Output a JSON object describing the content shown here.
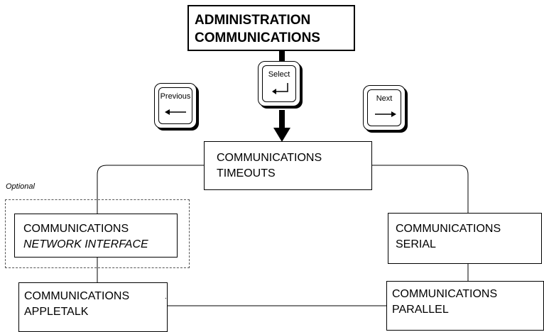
{
  "title_box": {
    "line1": "ADMINISTRATION",
    "line2": "COMMUNICATIONS"
  },
  "keys": {
    "previous": {
      "label": "Previous"
    },
    "select": {
      "label": "Select"
    },
    "next": {
      "label": "Next"
    }
  },
  "nodes": {
    "timeouts": {
      "line1": "COMMUNICATIONS",
      "line2": "TIMEOUTS"
    },
    "network": {
      "line1": "COMMUNICATIONS",
      "line2": "NETWORK INTERFACE"
    },
    "serial": {
      "line1": "COMMUNICATIONS",
      "line2": "SERIAL"
    },
    "appletalk": {
      "line1": "COMMUNICATIONS",
      "line2": "APPLETALK"
    },
    "parallel": {
      "line1": "COMMUNICATIONS",
      "line2": "PARALLEL"
    }
  },
  "optional_label": "Optional",
  "stray_mark": "."
}
